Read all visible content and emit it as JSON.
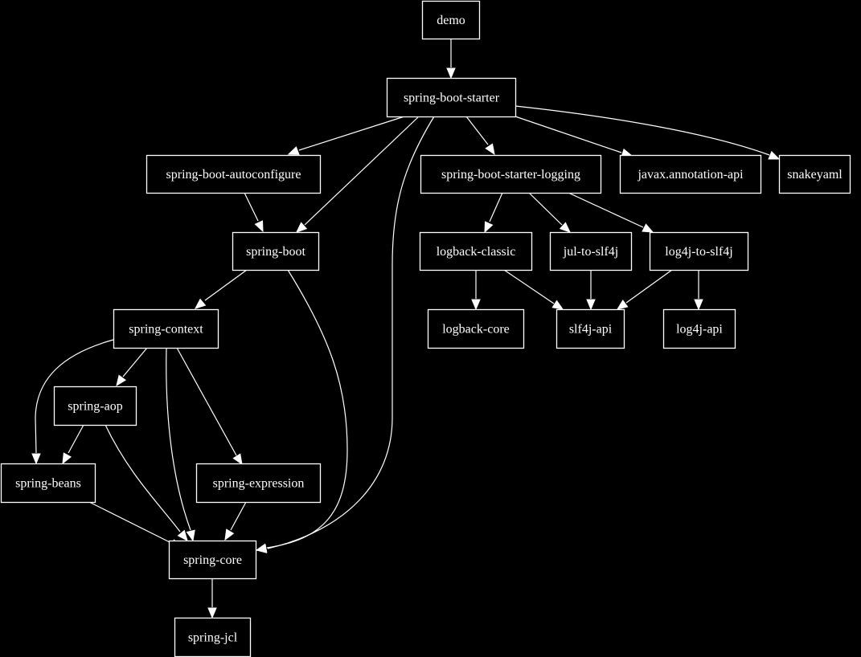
{
  "diagram": {
    "type": "dependency-graph",
    "colors": {
      "background": "#000000",
      "foreground": "#ffffff"
    },
    "nodes": [
      {
        "id": "demo",
        "label": "demo"
      },
      {
        "id": "spring-boot-starter",
        "label": "spring-boot-starter"
      },
      {
        "id": "spring-boot-autoconfigure",
        "label": "spring-boot-autoconfigure"
      },
      {
        "id": "spring-boot-starter-logging",
        "label": "spring-boot-starter-logging"
      },
      {
        "id": "javax-annotation-api",
        "label": "javax.annotation-api"
      },
      {
        "id": "snakeyaml",
        "label": "snakeyaml"
      },
      {
        "id": "spring-boot",
        "label": "spring-boot"
      },
      {
        "id": "logback-classic",
        "label": "logback-classic"
      },
      {
        "id": "jul-to-slf4j",
        "label": "jul-to-slf4j"
      },
      {
        "id": "log4j-to-slf4j",
        "label": "log4j-to-slf4j"
      },
      {
        "id": "spring-context",
        "label": "spring-context"
      },
      {
        "id": "logback-core",
        "label": "logback-core"
      },
      {
        "id": "slf4j-api",
        "label": "slf4j-api"
      },
      {
        "id": "log4j-api",
        "label": "log4j-api"
      },
      {
        "id": "spring-aop",
        "label": "spring-aop"
      },
      {
        "id": "spring-beans",
        "label": "spring-beans"
      },
      {
        "id": "spring-expression",
        "label": "spring-expression"
      },
      {
        "id": "spring-core",
        "label": "spring-core"
      },
      {
        "id": "spring-jcl",
        "label": "spring-jcl"
      }
    ],
    "edges": [
      {
        "from": "demo",
        "to": "spring-boot-starter"
      },
      {
        "from": "spring-boot-starter",
        "to": "spring-boot-autoconfigure"
      },
      {
        "from": "spring-boot-starter",
        "to": "spring-boot"
      },
      {
        "from": "spring-boot-starter",
        "to": "spring-core"
      },
      {
        "from": "spring-boot-starter",
        "to": "spring-boot-starter-logging"
      },
      {
        "from": "spring-boot-starter",
        "to": "javax-annotation-api"
      },
      {
        "from": "spring-boot-starter",
        "to": "snakeyaml"
      },
      {
        "from": "spring-boot-autoconfigure",
        "to": "spring-boot"
      },
      {
        "from": "spring-boot",
        "to": "spring-context"
      },
      {
        "from": "spring-boot",
        "to": "spring-core"
      },
      {
        "from": "spring-boot-starter-logging",
        "to": "logback-classic"
      },
      {
        "from": "spring-boot-starter-logging",
        "to": "jul-to-slf4j"
      },
      {
        "from": "spring-boot-starter-logging",
        "to": "log4j-to-slf4j"
      },
      {
        "from": "logback-classic",
        "to": "logback-core"
      },
      {
        "from": "logback-classic",
        "to": "slf4j-api"
      },
      {
        "from": "jul-to-slf4j",
        "to": "slf4j-api"
      },
      {
        "from": "log4j-to-slf4j",
        "to": "slf4j-api"
      },
      {
        "from": "log4j-to-slf4j",
        "to": "log4j-api"
      },
      {
        "from": "spring-context",
        "to": "spring-aop"
      },
      {
        "from": "spring-context",
        "to": "spring-beans"
      },
      {
        "from": "spring-context",
        "to": "spring-core"
      },
      {
        "from": "spring-context",
        "to": "spring-expression"
      },
      {
        "from": "spring-aop",
        "to": "spring-beans"
      },
      {
        "from": "spring-aop",
        "to": "spring-core"
      },
      {
        "from": "spring-beans",
        "to": "spring-core"
      },
      {
        "from": "spring-expression",
        "to": "spring-core"
      },
      {
        "from": "spring-core",
        "to": "spring-jcl"
      }
    ]
  }
}
